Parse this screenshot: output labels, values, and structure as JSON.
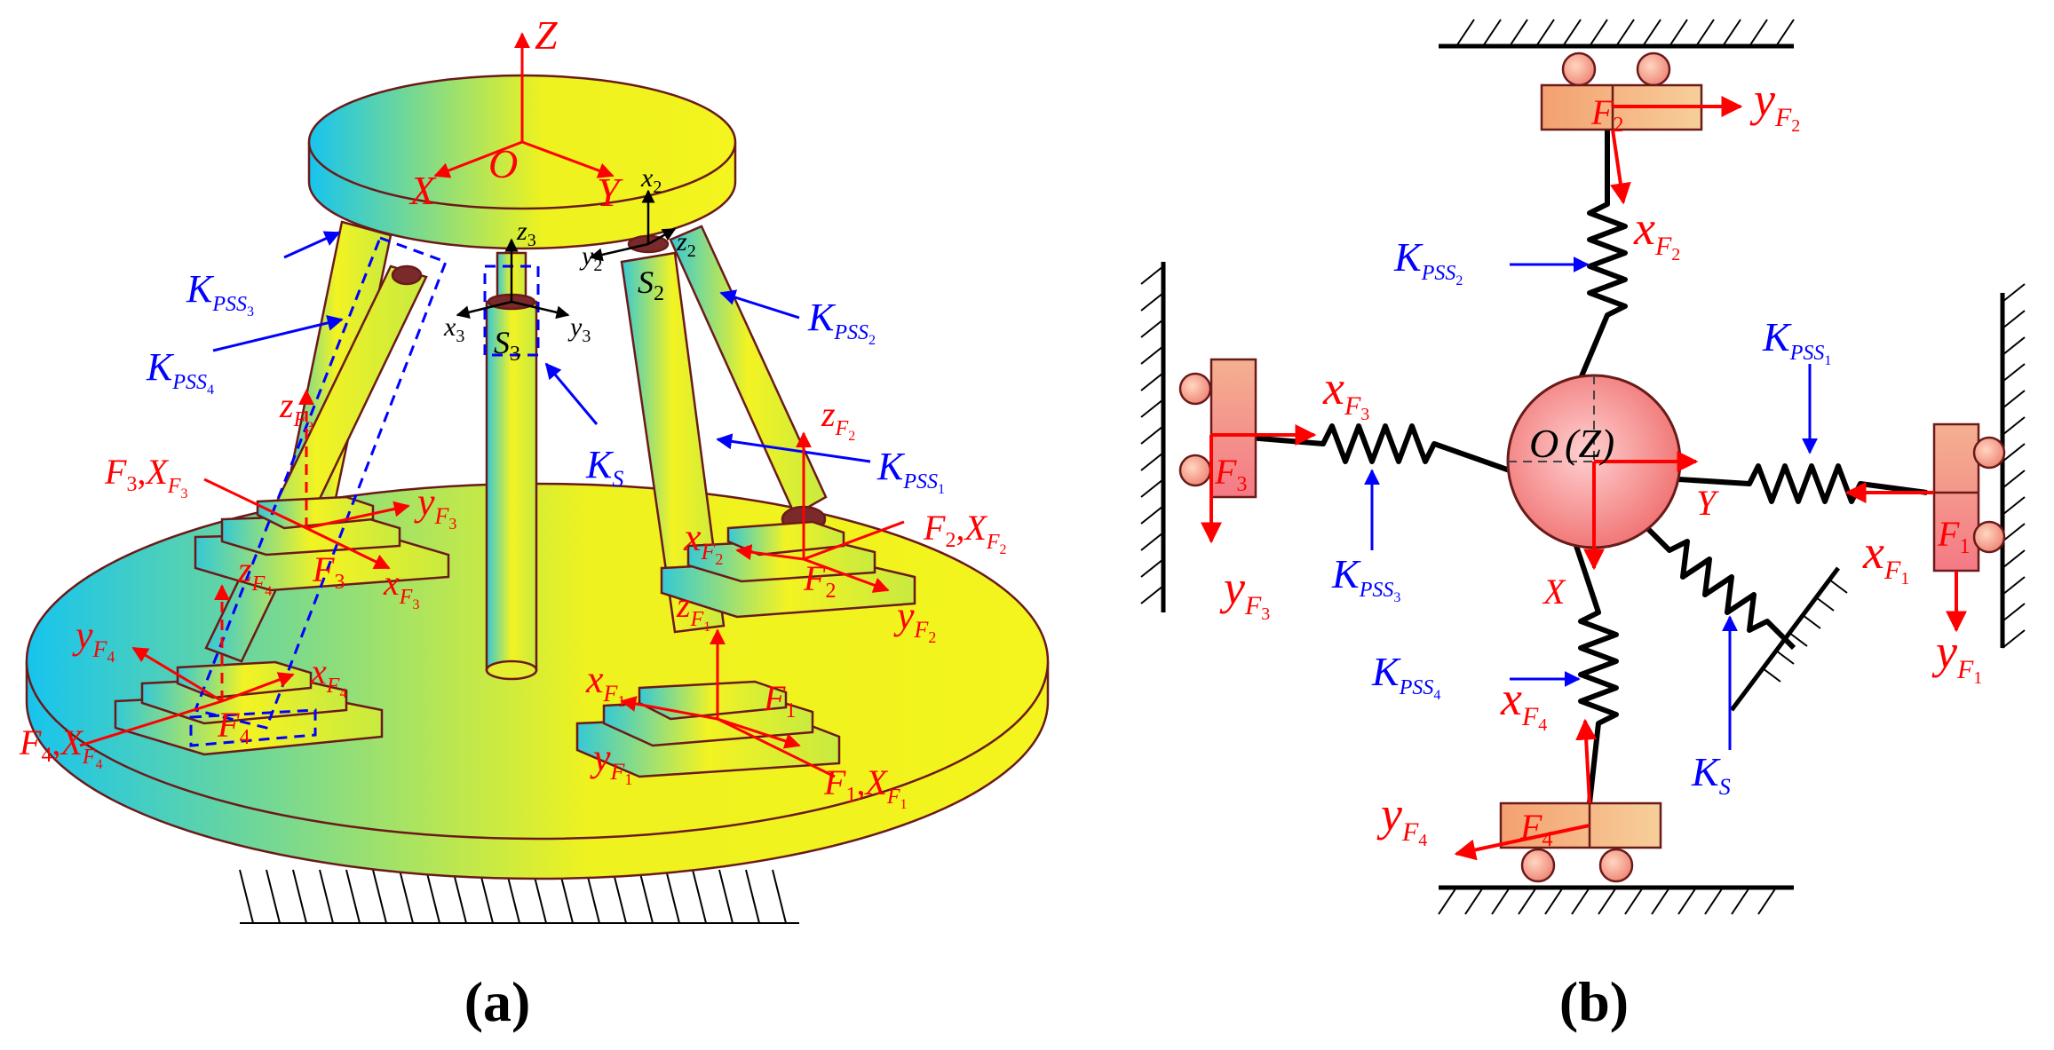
{
  "colors": {
    "axis_red": "#ff0000",
    "label_blue": "#0000ff",
    "outline": "#6b1a1a",
    "gradient_left": "#17c4ee",
    "gradient_right": "#f4f41e",
    "block_fill": "#f4b98a",
    "block_pink": "#f48b8b",
    "center_ball": "#f49a9a"
  },
  "panel_a": {
    "caption": "(a)",
    "axes_global": {
      "z": "Z",
      "x": "X",
      "y": "Y",
      "origin": "O"
    },
    "joint_axes": {
      "x2": "x",
      "x2_sub": "2",
      "y2": "y",
      "y2_sub": "2",
      "z2": "z",
      "z2_sub": "2",
      "s2": "S",
      "s2_sub": "2",
      "x3": "x",
      "x3_sub": "3",
      "y3": "y",
      "y3_sub": "3",
      "z3": "z",
      "z3_sub": "3",
      "s3": "S",
      "s3_sub": "3"
    },
    "stiffness": {
      "k": "K",
      "pss": "PSS",
      "s": "S",
      "n1": "1",
      "n2": "2",
      "n3": "3",
      "n4": "4"
    },
    "feet": {
      "f": "F",
      "x": "x",
      "y": "y",
      "z": "z",
      "X": "X",
      "n1": "1",
      "n2": "2",
      "n3": "3",
      "n4": "4",
      "comma": ","
    }
  },
  "panel_b": {
    "caption": "(b)",
    "center": {
      "o": "O",
      "z_paren": "(Z)",
      "x": "X",
      "y": "Y"
    }
  }
}
